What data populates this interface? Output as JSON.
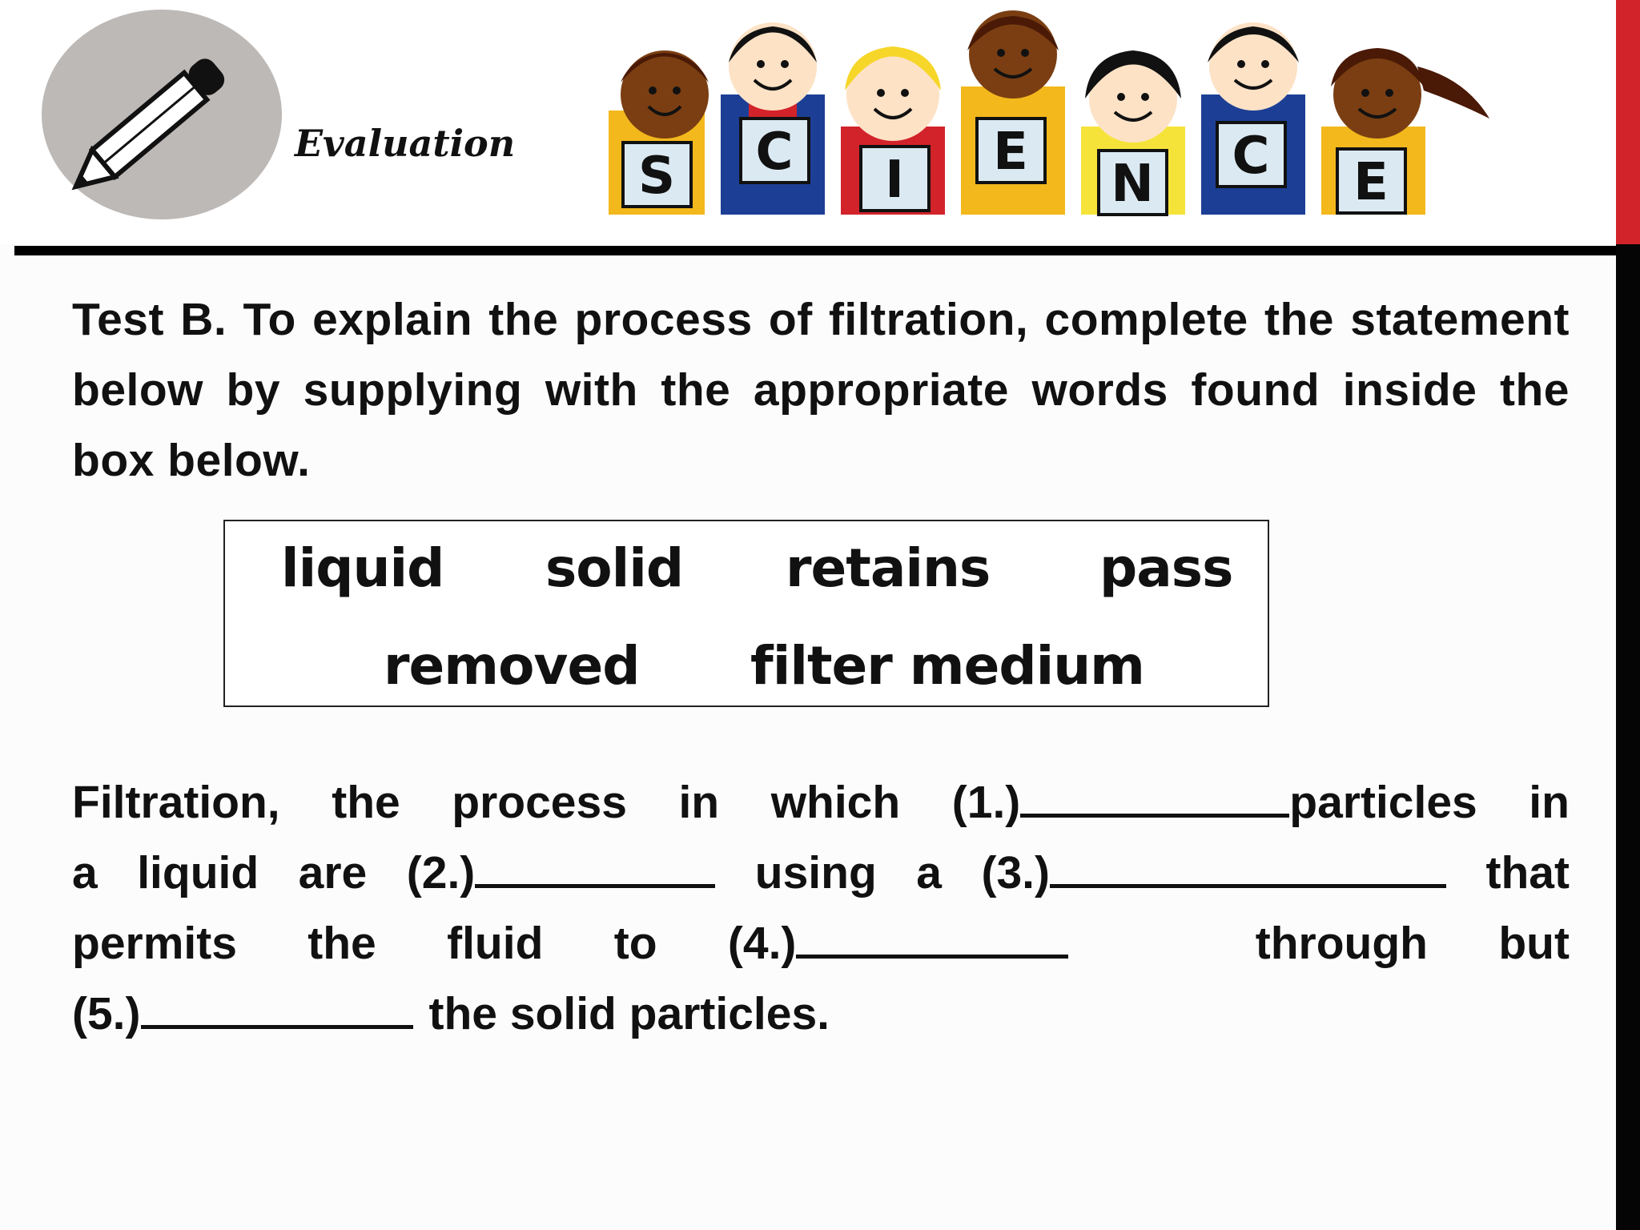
{
  "header": {
    "section_title": "Evaluation",
    "banner_letters": [
      "S",
      "C",
      "I",
      "E",
      "N",
      "C",
      "E"
    ],
    "icon": "pencil-icon",
    "accent_color": "#d2232a"
  },
  "instructions": "Test B. To explain the process of filtration, complete the statement below by supplying with the appropriate words found inside the box below.",
  "word_box": {
    "row1": [
      "liquid",
      "solid",
      "retains",
      "pass"
    ],
    "row2": [
      "removed",
      "filter medium"
    ]
  },
  "passage": {
    "l1": {
      "a": "Filtration,",
      "b": "the",
      "c": "process",
      "d": "in",
      "e": "which",
      "f": "(1.)",
      "g": "particles",
      "h": "in"
    },
    "l2": {
      "a": "a",
      "b": "liquid",
      "c": "are",
      "d": "(2.)",
      "e": "using",
      "f": "a",
      "g": "(3.)",
      "h": "that"
    },
    "l3": {
      "a": "permits",
      "b": "the",
      "c": "fluid",
      "d": "to",
      "e": "(4.)",
      "f": "through",
      "g": "but"
    },
    "l4": {
      "a": "(5.)",
      "b": "the solid particles."
    }
  }
}
